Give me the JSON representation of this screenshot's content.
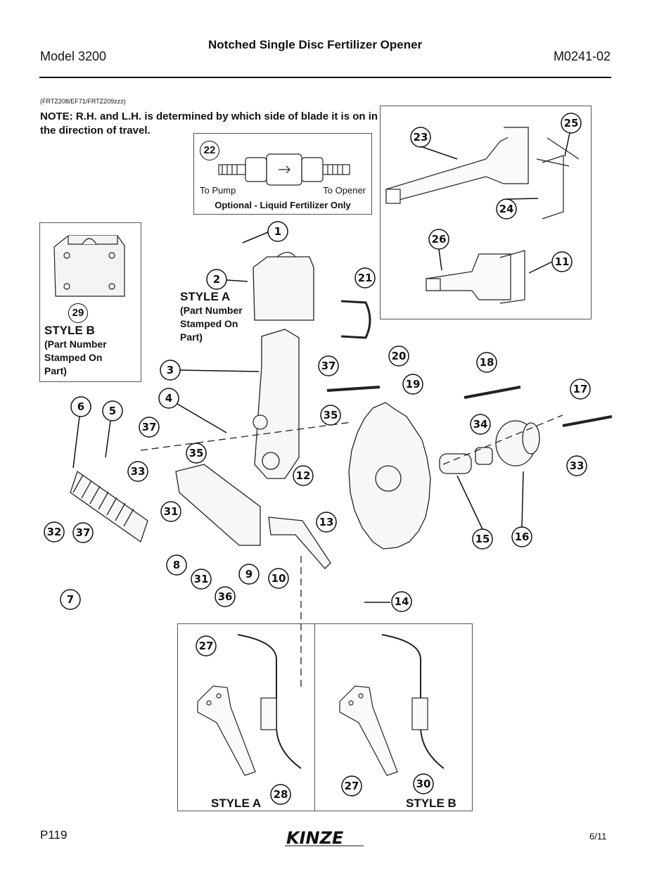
{
  "header": {
    "model": "Model 3200",
    "title": "Notched Single Disc Fertilizer Opener",
    "doc_number": "M0241-02"
  },
  "reference_codes": "(FRTZ208/EF71/FRTZ209zzz)",
  "note": "NOTE: R.H. and L.H. is determined by which side of blade it is on in the direction of travel.",
  "optional_box": {
    "callout": "22",
    "left_label": "To Pump",
    "right_label": "To Opener",
    "caption": "Optional - Liquid Fertilizer Only"
  },
  "style_a": {
    "title": "STYLE A",
    "subtitle_lines": [
      "(Part Number",
      "Stamped On",
      "Part)"
    ]
  },
  "style_b": {
    "title": "STYLE B",
    "subtitle_lines": [
      "(Part Number",
      "Stamped On",
      "Part)"
    ]
  },
  "scraper_box": {
    "left_label": "STYLE A",
    "right_label": "STYLE B"
  },
  "callouts": [
    "1",
    "2",
    "3",
    "4",
    "6",
    "5",
    "37",
    "33",
    "31",
    "32",
    "37",
    "7",
    "8",
    "31",
    "36",
    "9",
    "10",
    "35",
    "35",
    "12",
    "13",
    "14",
    "37",
    "20",
    "19",
    "18",
    "17",
    "34",
    "33",
    "15",
    "16",
    "21",
    "23",
    "25",
    "24",
    "26",
    "11",
    "27",
    "28",
    "27",
    "30",
    "29"
  ],
  "footer": {
    "page": "P119",
    "brand": "KINZE",
    "date": "6/11"
  }
}
